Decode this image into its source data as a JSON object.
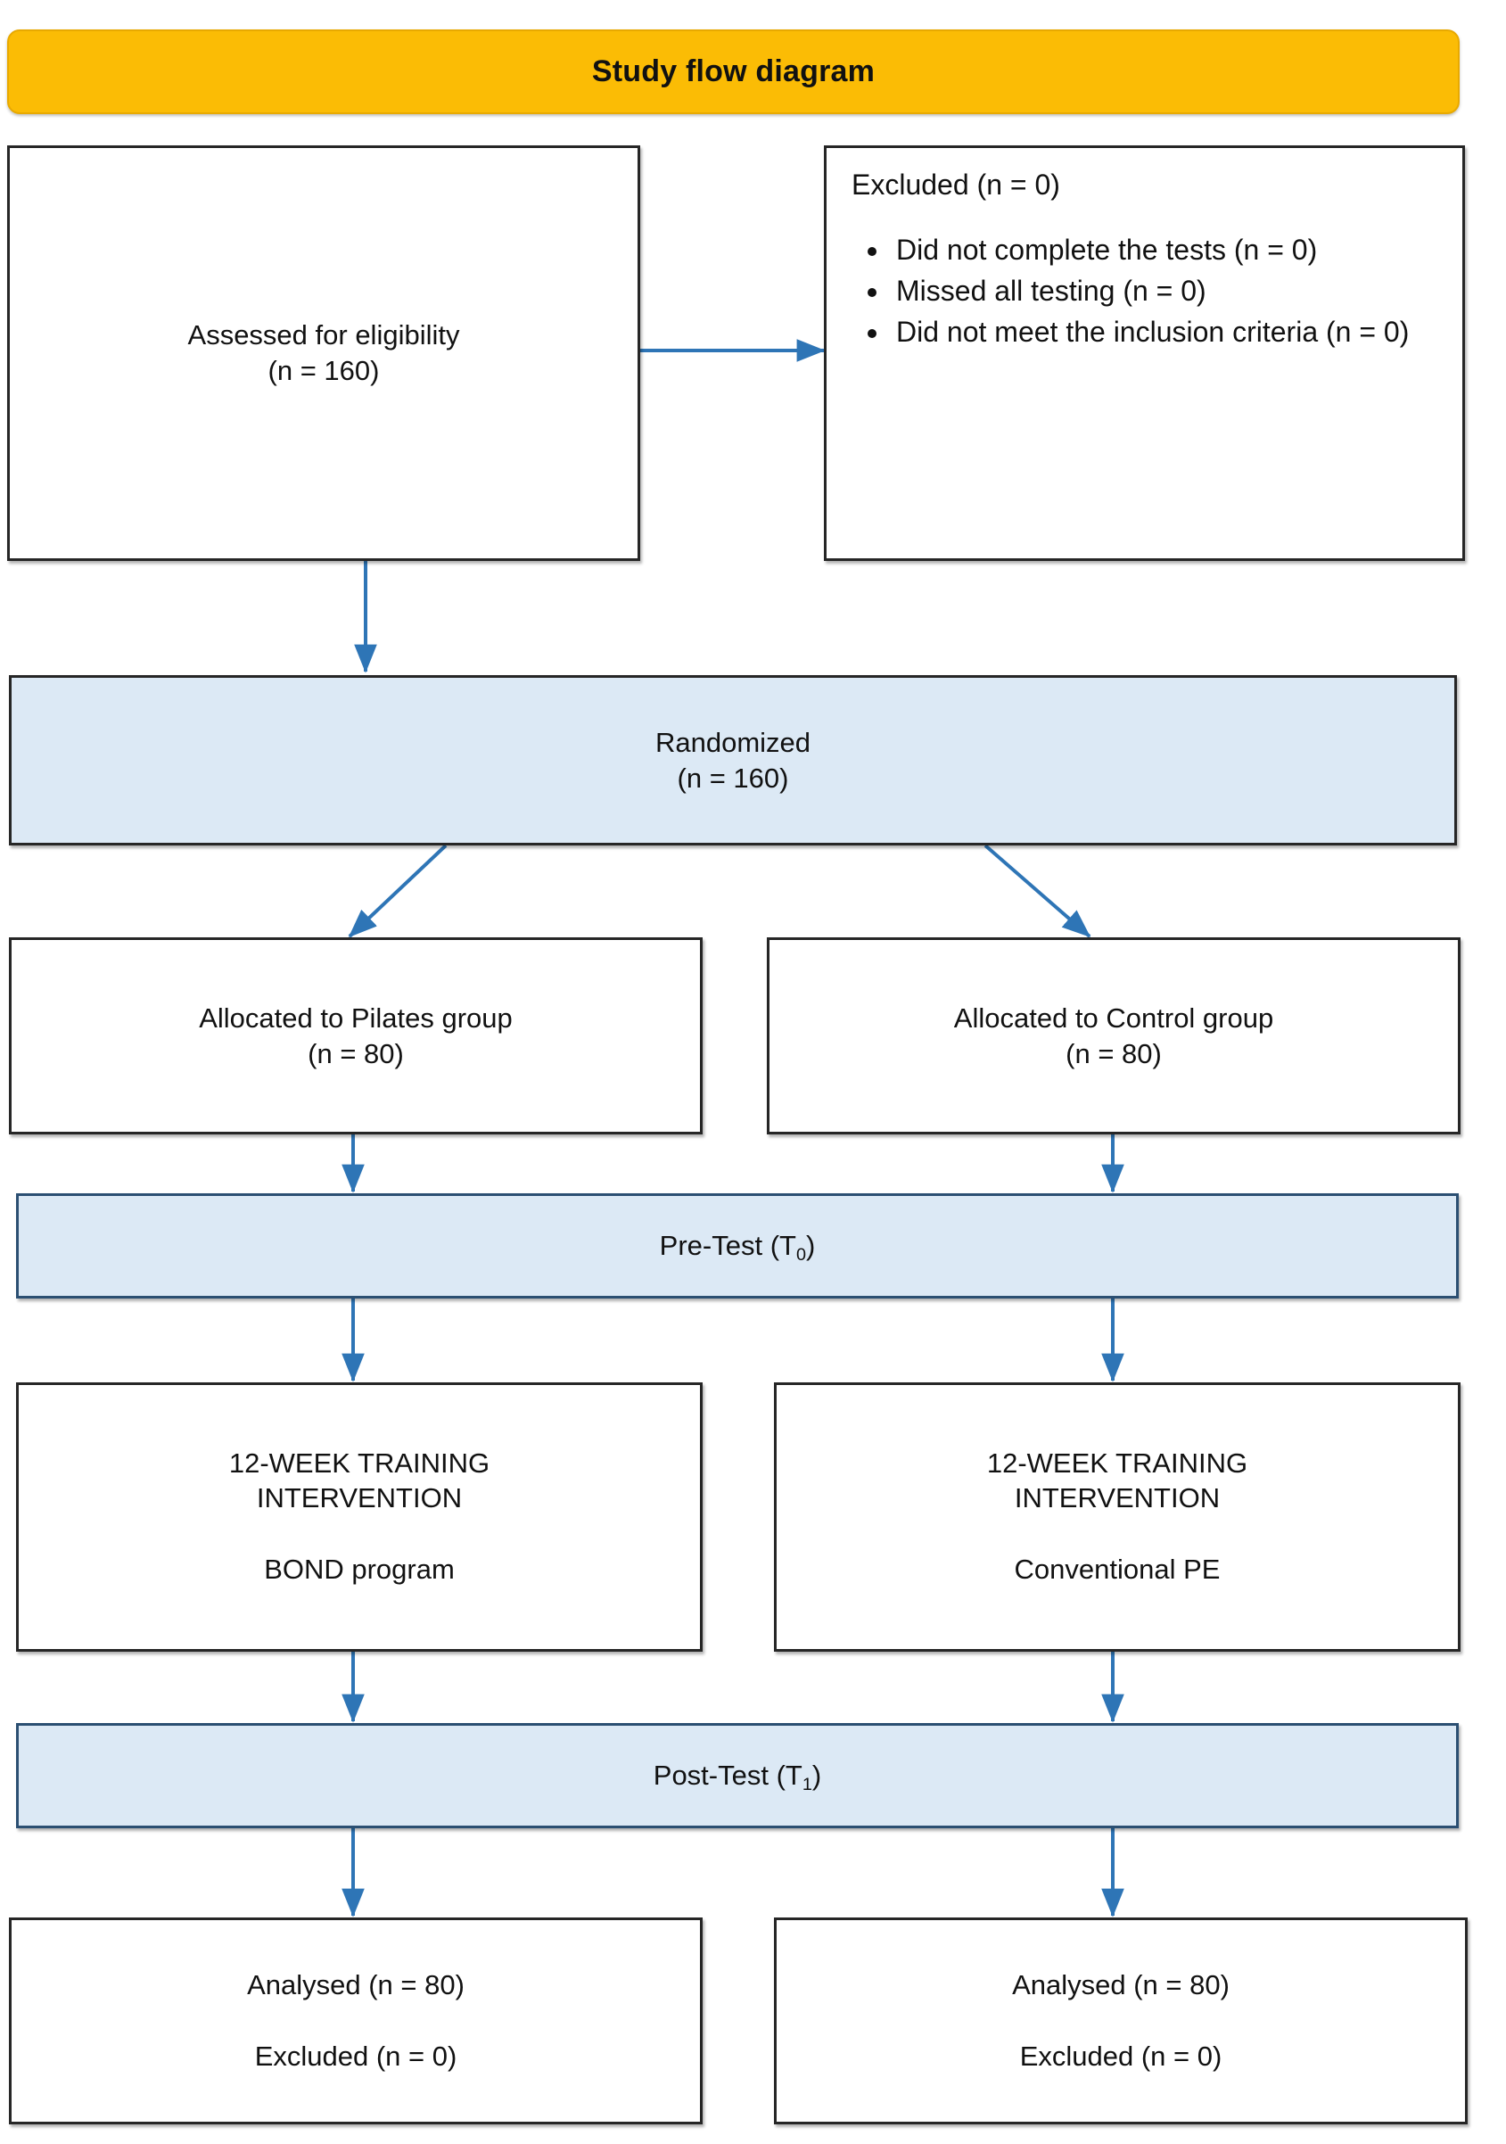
{
  "header": {
    "title": "Study flow diagram",
    "color": "#fbbc05"
  },
  "colors": {
    "banner": "#fbbc05",
    "band_fill": "#dce9f5",
    "arrow": "#2e75b6",
    "box_border": "#262626"
  },
  "nodes": {
    "eligibility": {
      "line1": "Assessed for eligibility",
      "line2": "(n = 160)"
    },
    "excluded": {
      "heading": "Excluded (n = 0)",
      "bullets": [
        "Did not complete the tests (n = 0)",
        "Missed all testing (n = 0)",
        "Did not meet the inclusion criteria (n = 0)"
      ]
    },
    "randomized": {
      "line1": "Randomized",
      "line2": "(n = 160)"
    },
    "alloc_pilates": {
      "line1": "Allocated to Pilates group",
      "line2": "(n = 80)"
    },
    "alloc_control": {
      "line1": "Allocated to Control group",
      "line2": "(n = 80)"
    },
    "pretest": {
      "label": "Pre-Test (T",
      "sub": "0",
      "close": ")"
    },
    "intervention_pilates": {
      "line1": "12-WEEK TRAINING",
      "line2": "INTERVENTION",
      "line3": "BOND program"
    },
    "intervention_control": {
      "line1": "12-WEEK TRAINING",
      "line2": "INTERVENTION",
      "line3": "Conventional PE"
    },
    "posttest": {
      "label": "Post-Test (T",
      "sub": "1",
      "close": ")"
    },
    "analysed_pilates": {
      "line1": "Analysed (n = 80)",
      "line2": "Excluded (n = 0)"
    },
    "analysed_control": {
      "line1": "Analysed (n = 80)",
      "line2": "Excluded (n = 0)"
    }
  }
}
